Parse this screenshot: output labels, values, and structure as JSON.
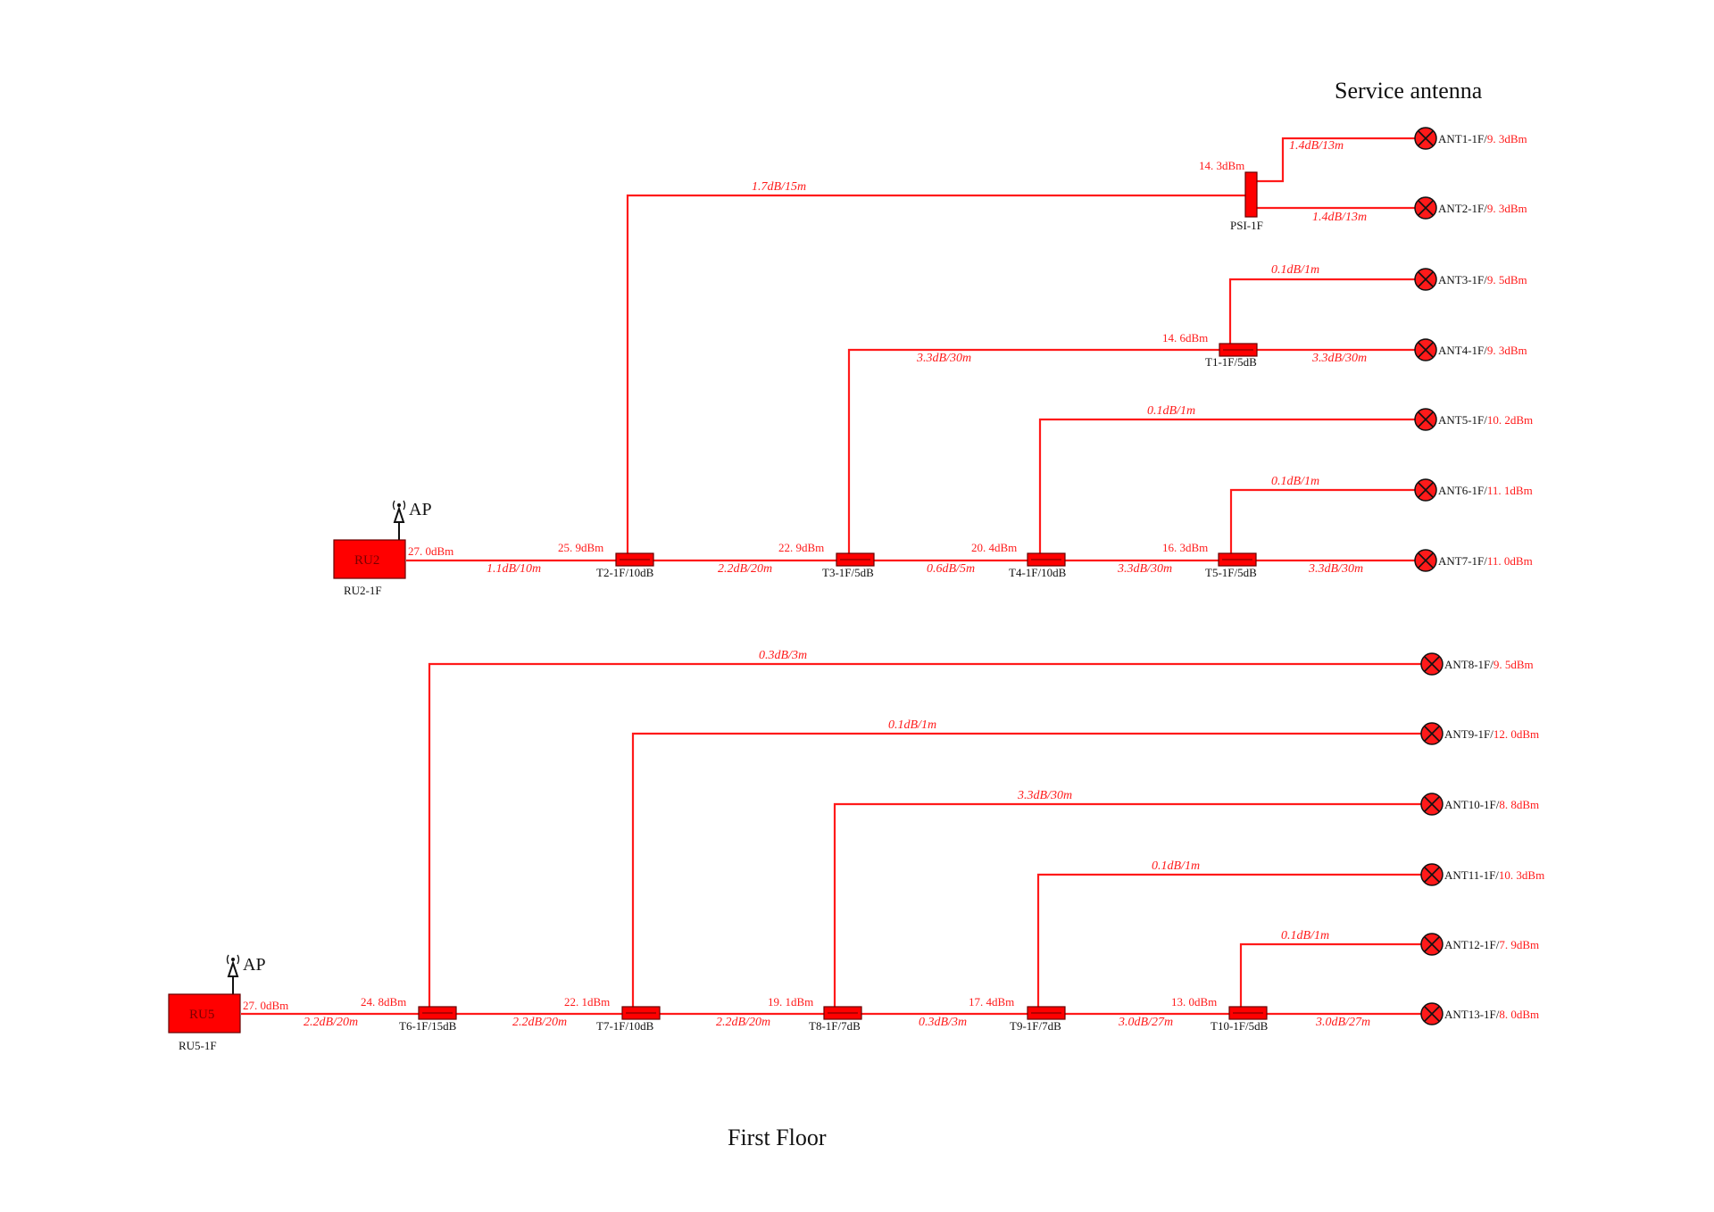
{
  "colors": {
    "line": "#ff1a1a",
    "box": "#ff0000",
    "text": "#111111"
  },
  "header": {
    "service_antenna": "Service antenna"
  },
  "footer": {
    "floor": "First  Floor"
  },
  "ru2": {
    "name": "RU2",
    "label": "RU2-1F",
    "ap": "AP",
    "power": "27. 0dBm"
  },
  "ru5": {
    "name": "RU5",
    "label": "RU5-1F",
    "ap": "AP",
    "power": "27. 0dBm"
  },
  "splitter": {
    "name": "PSI-1F",
    "power": "14. 3dBm"
  },
  "branch1": {
    "taps": [
      {
        "name": "T2-1F/10dB",
        "power": "25. 9dBm"
      },
      {
        "name": "T3-1F/5dB",
        "power": "22. 9dBm"
      },
      {
        "name": "T4-1F/10dB",
        "power": "20. 4dBm"
      },
      {
        "name": "T5-1F/5dB",
        "power": "16. 3dBm"
      },
      {
        "name": "T1-1F/5dB",
        "power": "14. 6dBm"
      }
    ],
    "trunk_losses": {
      "ru_t2": "1.1dB/10m",
      "t2_t3": "2.2dB/20m",
      "t3_t4": "0.6dB/5m",
      "t4_t5": "3.3dB/30m",
      "t5_ant7": "3.3dB/30m"
    },
    "branch_losses": {
      "t2_psi": "1.7dB/15m",
      "psi_ant1": "1.4dB/13m",
      "psi_ant2": "1.4dB/13m",
      "t3_t1": "3.3dB/30m",
      "t1_ant3": "0.1dB/1m",
      "t1_ant4": "3.3dB/30m",
      "t4_ant5": "0.1dB/1m",
      "t5_ant6": "0.1dB/1m"
    }
  },
  "branch2": {
    "taps": [
      {
        "name": "T6-1F/15dB",
        "power": "24. 8dBm"
      },
      {
        "name": "T7-1F/10dB",
        "power": "22. 1dBm"
      },
      {
        "name": "T8-1F/7dB",
        "power": "19. 1dBm"
      },
      {
        "name": "T9-1F/7dB",
        "power": "17. 4dBm"
      },
      {
        "name": "T10-1F/5dB",
        "power": "13. 0dBm"
      }
    ],
    "trunk_losses": {
      "ru_t6": "2.2dB/20m",
      "t6_t7": "2.2dB/20m",
      "t7_t8": "2.2dB/20m",
      "t8_t9": "0.3dB/3m",
      "t9_t10": "3.0dB/27m",
      "t10_ant13": "3.0dB/27m"
    },
    "branch_losses": {
      "t6_ant8": "0.3dB/3m",
      "t7_ant9": "0.1dB/1m",
      "t8_ant10": "3.3dB/30m",
      "t9_ant11": "0.1dB/1m",
      "t10_ant12": "0.1dB/1m"
    }
  },
  "antennas": [
    {
      "name": "ANT1-1F/",
      "power": "9. 3dBm"
    },
    {
      "name": "ANT2-1F/",
      "power": "9. 3dBm"
    },
    {
      "name": "ANT3-1F/",
      "power": "9. 5dBm"
    },
    {
      "name": "ANT4-1F/",
      "power": "9. 3dBm"
    },
    {
      "name": "ANT5-1F/",
      "power": "10. 2dBm"
    },
    {
      "name": "ANT6-1F/",
      "power": "11. 1dBm"
    },
    {
      "name": "ANT7-1F/",
      "power": "11. 0dBm"
    },
    {
      "name": "ANT8-1F/",
      "power": "9. 5dBm"
    },
    {
      "name": "ANT9-1F/",
      "power": "12. 0dBm"
    },
    {
      "name": "ANT10-1F/",
      "power": "8. 8dBm"
    },
    {
      "name": "ANT11-1F/",
      "power": "10. 3dBm"
    },
    {
      "name": "ANT12-1F/",
      "power": "7. 9dBm"
    },
    {
      "name": "ANT13-1F/",
      "power": "8. 0dBm"
    }
  ]
}
